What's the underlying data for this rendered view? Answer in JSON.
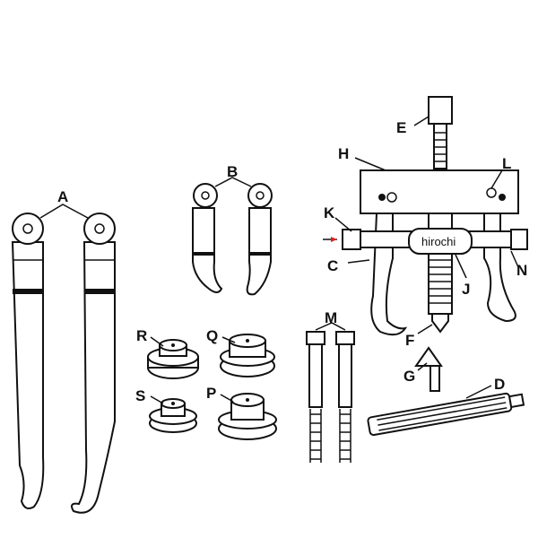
{
  "diagram": {
    "labels": {
      "A": "A",
      "B": "B",
      "C": "C",
      "D": "D",
      "E": "E",
      "F": "F",
      "G": "G",
      "H": "H",
      "J": "J",
      "K": "K",
      "L": "L",
      "M": "M",
      "N": "N",
      "P": "P",
      "Q": "Q",
      "R": "R",
      "S": "S"
    },
    "watermark": "hirochi",
    "arrow_color": "#e02020"
  }
}
